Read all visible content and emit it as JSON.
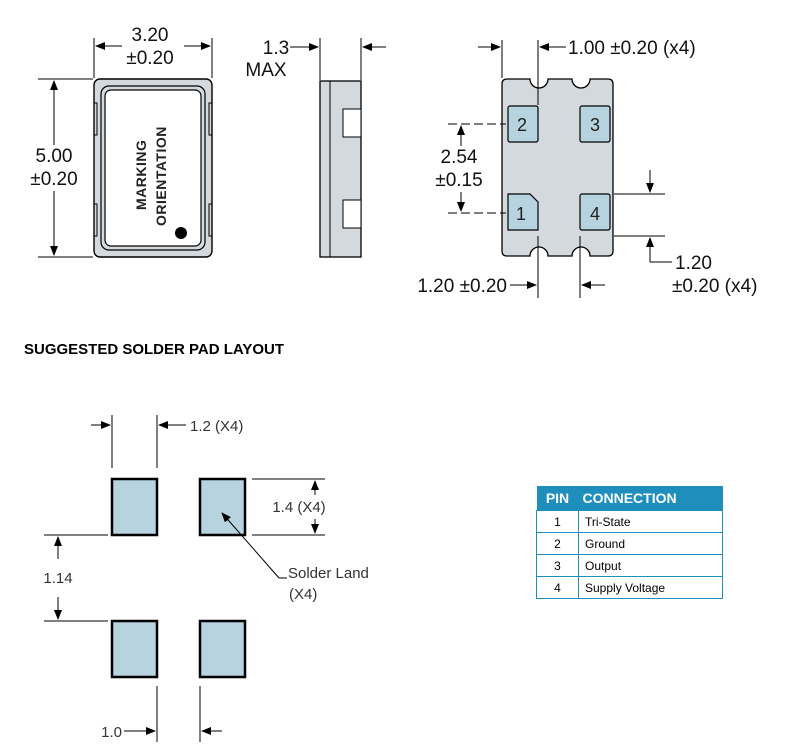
{
  "package": {
    "width_label": "3.20",
    "width_tol": "±0.20",
    "height_label": "5.00",
    "height_tol": "±0.20",
    "thickness_label": "1.3",
    "thickness_note": "MAX",
    "marking_line1": "MARKING",
    "marking_line2": "ORIENTATION",
    "pin_width_label": "1.00 ±0.20 (x4)",
    "pitch_label": "2.54",
    "pitch_tol": "±0.15",
    "pad_len_label": "1.20",
    "pad_len_tol": "±0.20 (x4)",
    "pad_pitch_label": "1.20 ±0.20",
    "pins": [
      "1",
      "2",
      "3",
      "4"
    ]
  },
  "layout_section": {
    "title": "SUGGESTED SOLDER PAD LAYOUT",
    "pad_width_label": "1.2 (X4)",
    "pad_height_label": "1.4 (X4)",
    "vertical_gap_label": "1.14",
    "horizontal_gap_label": "1.0",
    "solder_land_label": "Solder Land",
    "solder_land_count": "(X4)"
  },
  "pin_table": {
    "headers": [
      "PIN",
      "CONNECTION"
    ],
    "rows": [
      [
        "1",
        "Tri-State"
      ],
      [
        "2",
        "Ground"
      ],
      [
        "3",
        "Output"
      ],
      [
        "4",
        "Supply Voltage"
      ]
    ]
  },
  "colors": {
    "pad_fill": "#b7d3e0",
    "package_fill": "#d3d9dd",
    "table_accent": "#1e8fbd"
  }
}
